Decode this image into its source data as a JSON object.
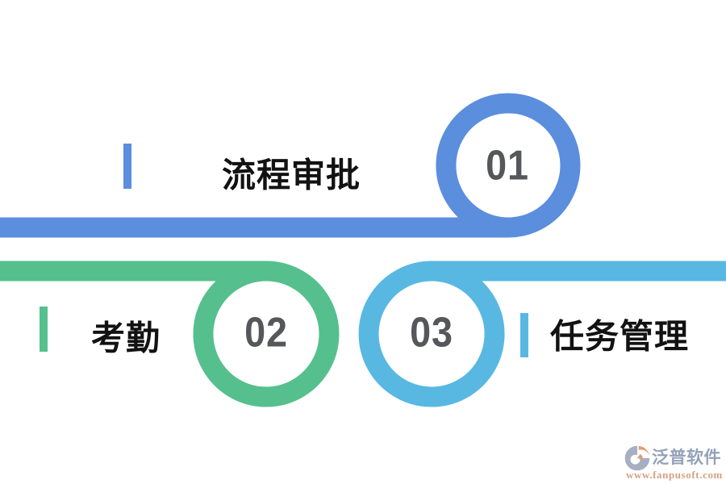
{
  "background": "#ffffff",
  "steps": [
    {
      "number": "01",
      "label": "流程审批",
      "color": "#5b8edd"
    },
    {
      "number": "02",
      "label": "考勤",
      "color": "#55c08d"
    },
    {
      "number": "03",
      "label": "任务管理",
      "color": "#58b8e2"
    }
  ],
  "number_color": "#55575a",
  "label_color": "#121212",
  "watermark": {
    "brand": "泛普软件",
    "url": "www.fanpusoft.com",
    "brand_color": "#8291ac",
    "url_color": "#d0906f",
    "icon": "fanpu-logo-icon",
    "icon_primary": "#97a3b8",
    "icon_accent": "#dd8a5e"
  }
}
